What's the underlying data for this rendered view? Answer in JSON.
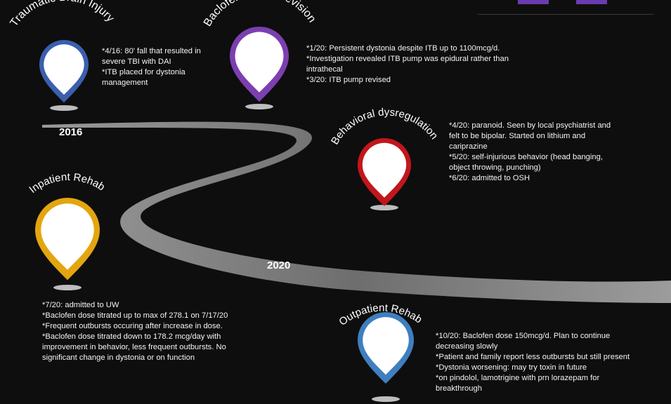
{
  "milestones": [
    {
      "title": "Traumatic Brain Injury",
      "color": "#3a5fae",
      "notes": [
        "*4/16: 80' fall that resulted in severe TBI with DAI",
        "*ITB placed for dystonia management"
      ]
    },
    {
      "title": "Baclofen Pump Revision",
      "color": "#7b3fb0",
      "notes": [
        "*1/20: Persistent dystonia despite ITB up to 1100mcg/d.",
        "*Investigation revealed ITB pump was epidural rather than intrathecal",
        "*3/20: ITB pump revised"
      ]
    },
    {
      "title": "Behavioral dysregulation",
      "color": "#c2161b",
      "notes": [
        "*4/20: paranoid. Seen by local psychiatrist and felt to be bipolar. Started on lithium and cariprazine",
        "*5/20: self-injurious behavior (head banging, object throwing, punching)",
        "*6/20: admitted to OSH"
      ]
    },
    {
      "title": "Inpatient Rehab",
      "color": "#e3a510",
      "notes": [
        "*7/20: admitted to UW",
        "*Baclofen dose titrated up to max of 278.1 on 7/17/20",
        "*Frequent outbursts occuring after increase in dose.",
        "*Baclofen dose titrated down to 178.2 mcg/day with improvement in behavior, less frequent outbursts. No significant change in dystonia or on function"
      ]
    },
    {
      "title": "Outpatient Rehab",
      "color": "#3f7fbf",
      "notes": [
        "*10/20: Baclofen dose 150mcg/d. Plan to continue decreasing slowly",
        "*Patient and family report less outbursts but still present",
        "*Dystonia worsening: may try toxin in future",
        "*on pindolol, lamotrigine with prn lorazepam for breakthrough"
      ]
    }
  ],
  "years": [
    "2016",
    "2020"
  ]
}
